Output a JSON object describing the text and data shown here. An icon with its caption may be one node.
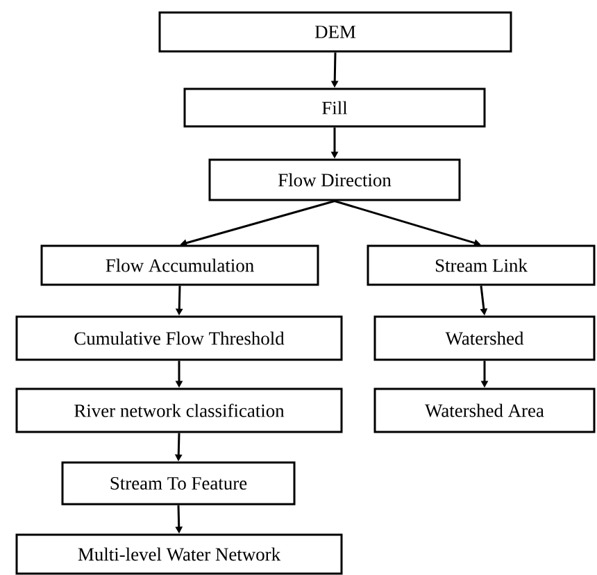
{
  "diagram": {
    "nodes": [
      {
        "text": [
          "DEM"
        ]
      },
      {
        "text": [
          "Fill"
        ]
      },
      {
        "text": [
          "Flow Direction"
        ]
      },
      {
        "text": [
          "Flow Accumulation"
        ]
      },
      {
        "text": [
          "Stream Link"
        ]
      },
      {
        "text": [
          "Cumulative Flow Threshold"
        ]
      },
      {
        "text": [
          "Watershed"
        ]
      },
      {
        "text": [
          "River network classification"
        ]
      },
      {
        "text": [
          "Watershed Area"
        ]
      },
      {
        "text": [
          "Stream To Feature"
        ]
      },
      {
        "text": [
          "Multi-level Water Network"
        ]
      }
    ],
    "edges": [
      {
        "from": 0,
        "to": 1,
        "arrow": "to"
      },
      {
        "from": 1,
        "to": 2,
        "arrow": "to"
      },
      {
        "from": 2,
        "to": 3,
        "arrow": "to"
      },
      {
        "from": 2,
        "to": 4,
        "arrow": "to"
      },
      {
        "from": 3,
        "to": 5,
        "arrow": "to"
      },
      {
        "from": 5,
        "to": 7,
        "arrow": "to"
      },
      {
        "from": 7,
        "to": 9,
        "arrow": "to"
      },
      {
        "from": 9,
        "to": 10,
        "arrow": "to"
      },
      {
        "from": 4,
        "to": 6,
        "arrow": "to"
      },
      {
        "from": 6,
        "to": 8,
        "arrow": "to"
      }
    ]
  }
}
